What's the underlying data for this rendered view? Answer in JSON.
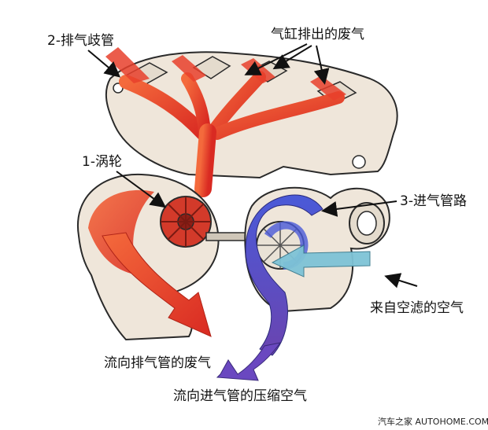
{
  "labels": {
    "manifold": "2-排气歧管",
    "exhaust_gas": "气缸排出的废气",
    "turbine": "1-涡轮",
    "intake_pipe": "3-进气管路",
    "filter_air": "来自空滤的空气",
    "to_exhaust": "流向排气管的废气",
    "to_intake": "流向进气管的压缩空气"
  },
  "watermark": {
    "brand": "汽车之家",
    "domain": "AUTOHOME.COM.CN"
  },
  "colors": {
    "exhaust_flow": "#e8402c",
    "intake_flow": "#3b3fc0",
    "filter_air_flow": "#7ec3d6",
    "metal": "#ece4d8",
    "outline": "#2a2a2a"
  }
}
